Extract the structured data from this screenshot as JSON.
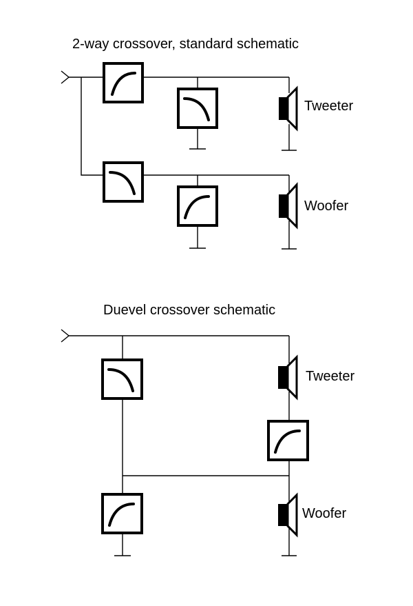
{
  "diagram": {
    "standard": {
      "title": "2-way crossover, standard schematic",
      "tweeter_label": "Tweeter",
      "woofer_label": "Woofer"
    },
    "duevel": {
      "title": "Duevel crossover schematic",
      "tweeter_label": "Tweeter",
      "woofer_label": "Woofer"
    }
  },
  "colors": {
    "ink": "#000000",
    "background": "#ffffff"
  },
  "icons": [
    "input-arrow-icon",
    "highpass-filter-icon",
    "lowpass-filter-icon",
    "speaker-icon",
    "ground-icon"
  ]
}
